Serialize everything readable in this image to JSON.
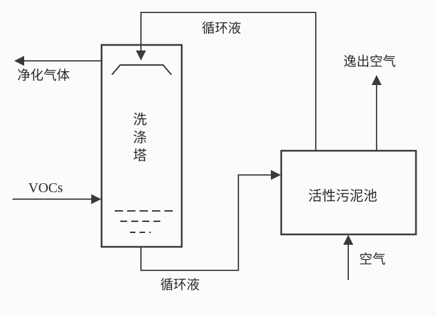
{
  "labels": {
    "recycle_top": "循环液",
    "recycle_bottom": "循环液",
    "purified_gas": "净化气体",
    "escaped_air": "逸出空气",
    "tower": "洗涤塔",
    "vocs": "VOCs",
    "sludge_tank": "活性污泥池",
    "air": "空气"
  },
  "colors": {
    "line": "#3a3a3a",
    "text": "#2a2a2a",
    "background": "#fbfbf9"
  }
}
